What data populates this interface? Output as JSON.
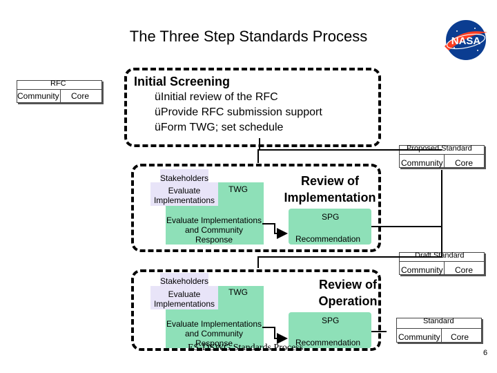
{
  "title": "The Three Step Standards Process",
  "logo": {
    "text": "NASA",
    "colors": {
      "blue": "#0b3d91",
      "red": "#fc3d21"
    }
  },
  "rfc_tab": {
    "title": "RFC",
    "left": "Community",
    "right": "Core"
  },
  "proposed_tab": {
    "title": "Proposed Standard",
    "left": "Community",
    "right": "Core"
  },
  "draft_tab": {
    "title": "Draft Standard",
    "left": "Community",
    "right": "Core"
  },
  "standard_tab": {
    "title": "Standard",
    "left": "Community",
    "right": "Core"
  },
  "initial_screening": {
    "title": "Initial Screening",
    "bullets": [
      "üInitial review of the RFC",
      "üProvide RFC submission support",
      "üForm TWG; set schedule"
    ]
  },
  "stage2": {
    "stakeholders": "Stakeholders",
    "eval_impl": "Evaluate Implementations",
    "twg": "TWG",
    "eval_comm": "Evaluate Implementations and Community Response",
    "review": "Review of Implementation",
    "spg": "SPG",
    "recommendation": "Recommendation"
  },
  "stage3": {
    "stakeholders": "Stakeholders",
    "eval_impl": "Evaluate Implementations",
    "twg": "TWG",
    "eval_comm": "Evaluate Implementations and Community Response",
    "review": "Review of Operation",
    "spg": "SPG",
    "recommendation": "Recommendation"
  },
  "footer": "ES-DSWG Standards Process",
  "page_number": "6"
}
